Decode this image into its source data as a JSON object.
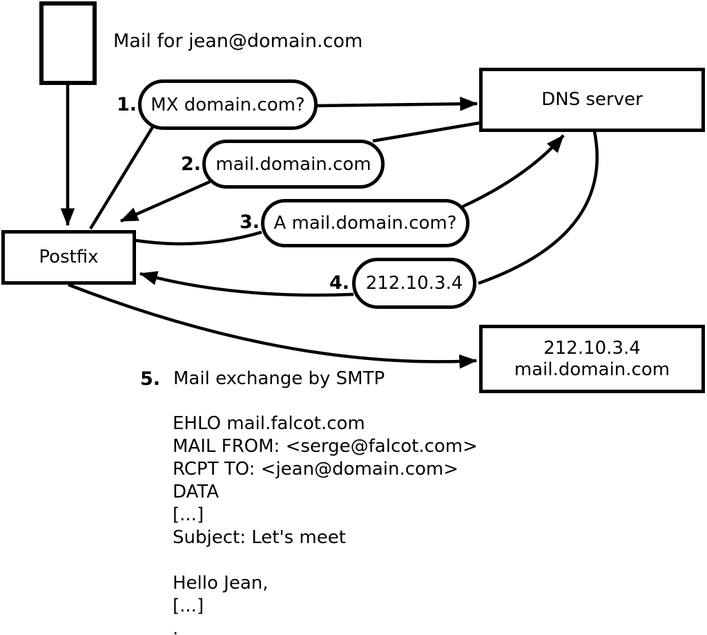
{
  "colors": {
    "ink": "#000000",
    "background": "#ffffff"
  },
  "diagram": {
    "note": "Mail for jean@domain.com",
    "nodes": {
      "postfix": {
        "label": "Postfix"
      },
      "dns": {
        "label": "DNS server"
      },
      "mail_server": {
        "line1": "212.10.3.4",
        "line2": "mail.domain.com"
      }
    },
    "steps": [
      {
        "num": "1.",
        "label": "MX domain.com?"
      },
      {
        "num": "2.",
        "label": "mail.domain.com"
      },
      {
        "num": "3.",
        "label": "A mail.domain.com?"
      },
      {
        "num": "4.",
        "label": "212.10.3.4"
      },
      {
        "num": "5.",
        "label": "Mail exchange by SMTP"
      }
    ],
    "smtp_session": [
      "EHLO mail.falcot.com",
      "MAIL FROM: <serge@falcot.com>",
      "RCPT TO: <jean@domain.com>",
      "DATA",
      "[...]",
      "Subject: Let's meet",
      "",
      "Hello Jean,",
      "[...]",
      "."
    ]
  }
}
